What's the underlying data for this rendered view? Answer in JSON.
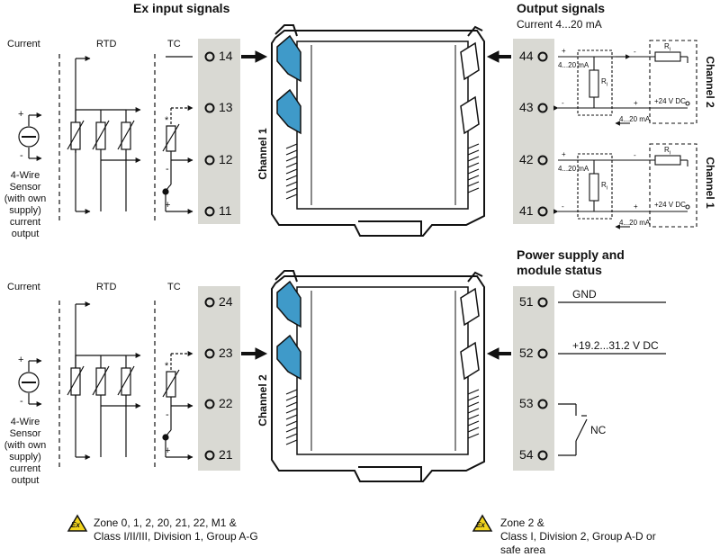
{
  "headings": {
    "ex_input": "Ex input signals",
    "output": "Output signals",
    "output_sub": "Current 4...20 mA",
    "power_l1": "Power supply and",
    "power_l2": "module status"
  },
  "sensor_labels": {
    "current": "Current",
    "rtd": "RTD",
    "tc": "TC",
    "four_wire": [
      "4-Wire",
      "Sensor",
      "(with own",
      "supply)",
      "current",
      "output"
    ]
  },
  "channels": {
    "ch1": "Channel 1",
    "ch2": "Channel 2"
  },
  "terminals": {
    "in1": [
      "14",
      "13",
      "12",
      "11"
    ],
    "in2": [
      "24",
      "23",
      "22",
      "21"
    ],
    "out": [
      "44",
      "43",
      "42",
      "41"
    ],
    "pwr": [
      "51",
      "52",
      "53",
      "54"
    ]
  },
  "output_labels": {
    "ma": "4...20 mA",
    "r": "R",
    "r_sub": "i",
    "vdc": "+24 V DC"
  },
  "power_labels": {
    "gnd": "GND",
    "vrange": "+19.2...31.2 V DC",
    "nc": "NC"
  },
  "zones": {
    "left_l1": "Zone 0, 1, 2, 20, 21, 22, M1 &",
    "left_l2": "Class I/II/III, Division 1, Group A-G",
    "right_l1": "Zone 2 &",
    "right_l2": "Class I, Division 2, Group A-D or",
    "right_l3": "safe area",
    "ex_symbol": "Ex"
  },
  "colors": {
    "terminal_strip": "#d9d9d3",
    "module_accent": "#3f9ac9",
    "ex_badge": "#f2d41c"
  }
}
